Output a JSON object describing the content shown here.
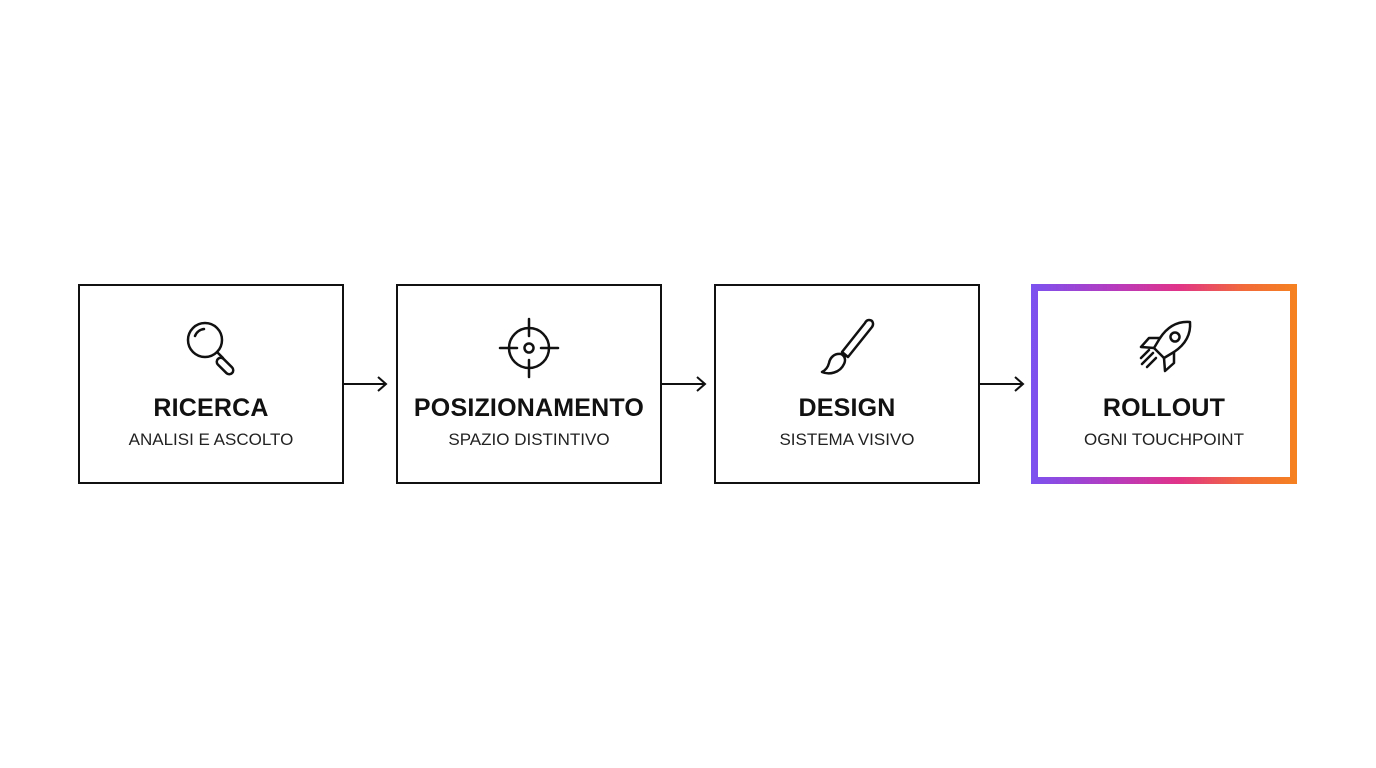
{
  "steps": [
    {
      "title": "RICERCA",
      "subtitle": "ANALISI E ASCOLTO",
      "icon": "magnifier-icon"
    },
    {
      "title": "POSIZIONAMENTO",
      "subtitle": "SPAZIO DISTINTIVO",
      "icon": "crosshair-icon"
    },
    {
      "title": "DESIGN",
      "subtitle": "SISTEMA VISIVO",
      "icon": "paintbrush-icon"
    },
    {
      "title": "ROLLOUT",
      "subtitle": "OGNI TOUCHPOINT",
      "icon": "rocket-icon"
    }
  ],
  "colors": {
    "stroke": "#111111",
    "highlight_gradient": [
      "#7b52f0",
      "#e0338a",
      "#f58220"
    ]
  }
}
